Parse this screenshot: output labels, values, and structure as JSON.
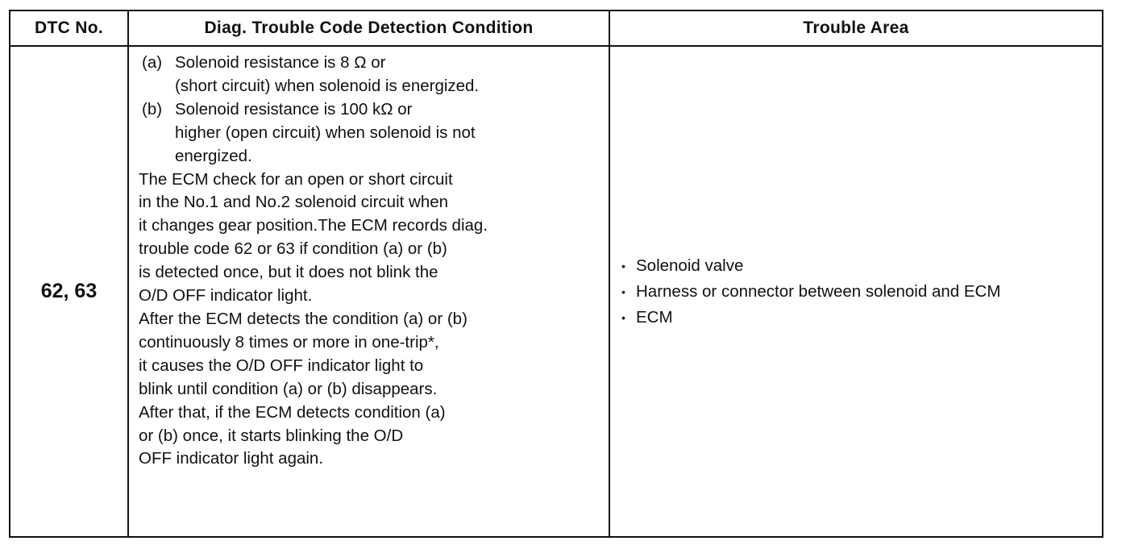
{
  "table": {
    "headers": {
      "dtc": "DTC No.",
      "condition": "Diag. Trouble Code Detection Condition",
      "area": "Trouble Area"
    },
    "row": {
      "dtc": "62, 63",
      "condition_items": [
        {
          "marker": "(a)",
          "lines": [
            "Solenoid resistance is 8 Ω or",
            "(short circuit) when solenoid is energized."
          ]
        },
        {
          "marker": "(b)",
          "lines": [
            "Solenoid resistance is 100 kΩ or",
            "higher (open circuit) when solenoid is not",
            "energized."
          ]
        }
      ],
      "condition_lines": [
        "The ECM check for an open or short circuit",
        "in the No.1 and No.2 solenoid circuit when",
        "it changes gear position.The ECM records diag.",
        "trouble code 62 or 63 if condition (a) or (b)",
        "is detected once, but it does not blink the",
        "O/D OFF indicator light.",
        "After the ECM detects the condition (a) or (b)",
        "continuously 8 times or more in one-trip*,",
        "it causes the O/D OFF indicator light to",
        "blink until condition (a) or (b) disappears.",
        "After that, if the ECM detects condition (a)",
        "or (b) once, it starts blinking the O/D",
        "OFF indicator light again."
      ],
      "trouble_areas": [
        "Solenoid valve",
        "Harness or connector between solenoid and ECM",
        "ECM"
      ]
    }
  },
  "bullet_glyph": "•"
}
